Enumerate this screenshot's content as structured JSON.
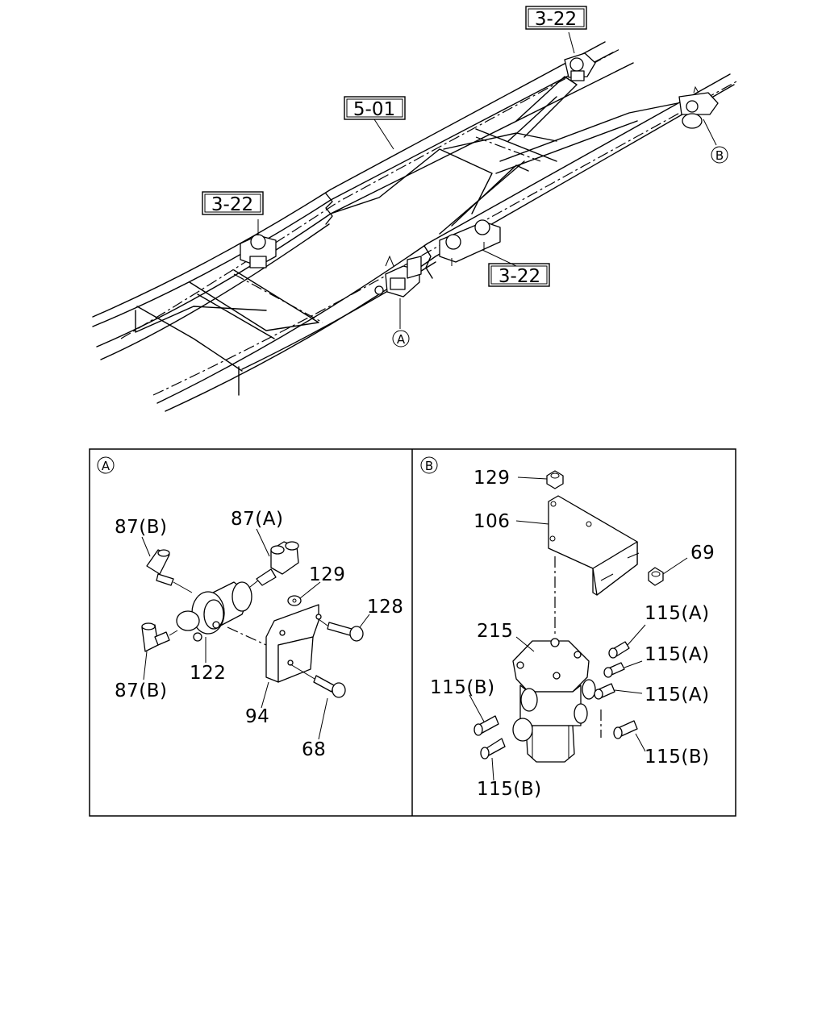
{
  "overview": {
    "ref_boxes": [
      "3-22",
      "5-01",
      "3-22",
      "3-22"
    ],
    "callouts": [
      "A",
      "B"
    ]
  },
  "panel_a": {
    "tag": "A",
    "labels": [
      "87(B)",
      "87(A)",
      "129",
      "128",
      "122",
      "87(B)",
      "94",
      "68"
    ]
  },
  "panel_b": {
    "tag": "B",
    "labels": [
      "129",
      "106",
      "69",
      "215",
      "115(A)",
      "115(A)",
      "115(A)",
      "115(B)",
      "115(B)",
      "115(B)"
    ]
  }
}
